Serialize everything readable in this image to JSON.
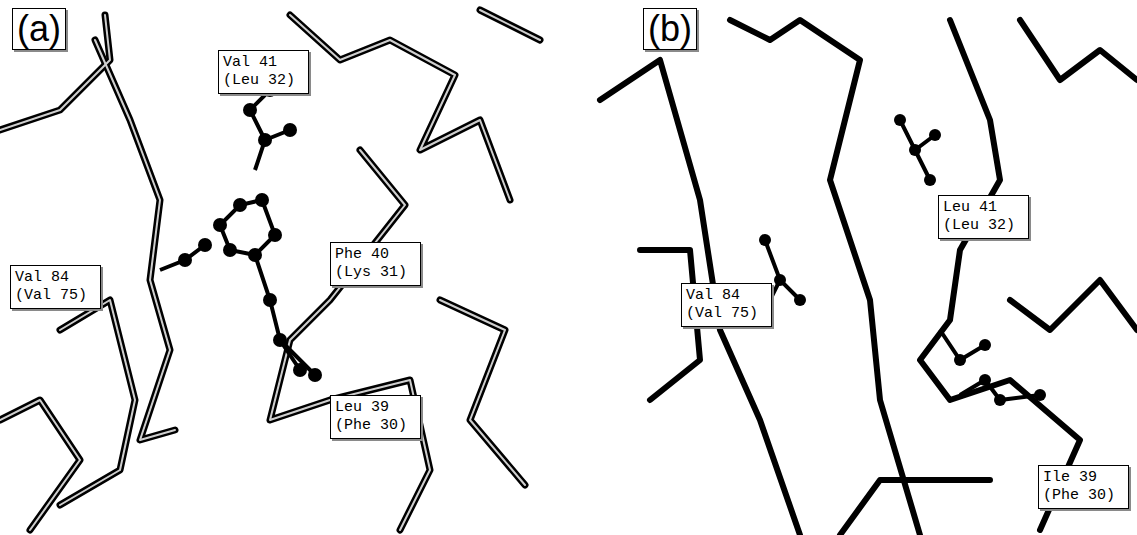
{
  "diagram": {
    "nodes": [
      {
        "text": [
          "(a)"
        ]
      },
      {
        "text": [
          "Val 41 (Leu 32)"
        ]
      },
      {
        "text": [
          "Val 84 (Val 75)"
        ]
      },
      {
        "text": [
          "Phe 40 (Lys 31)"
        ]
      },
      {
        "text": [
          "Leu 39 (Phe 30)"
        ]
      },
      {
        "text": [
          "(b)"
        ]
      },
      {
        "text": [
          "Leu 41 (Leu 32)"
        ]
      },
      {
        "text": [
          "Val 84 (Val 75)"
        ]
      },
      {
        "text": [
          "Ile 39 (Phe 30)"
        ]
      }
    ]
  }
}
